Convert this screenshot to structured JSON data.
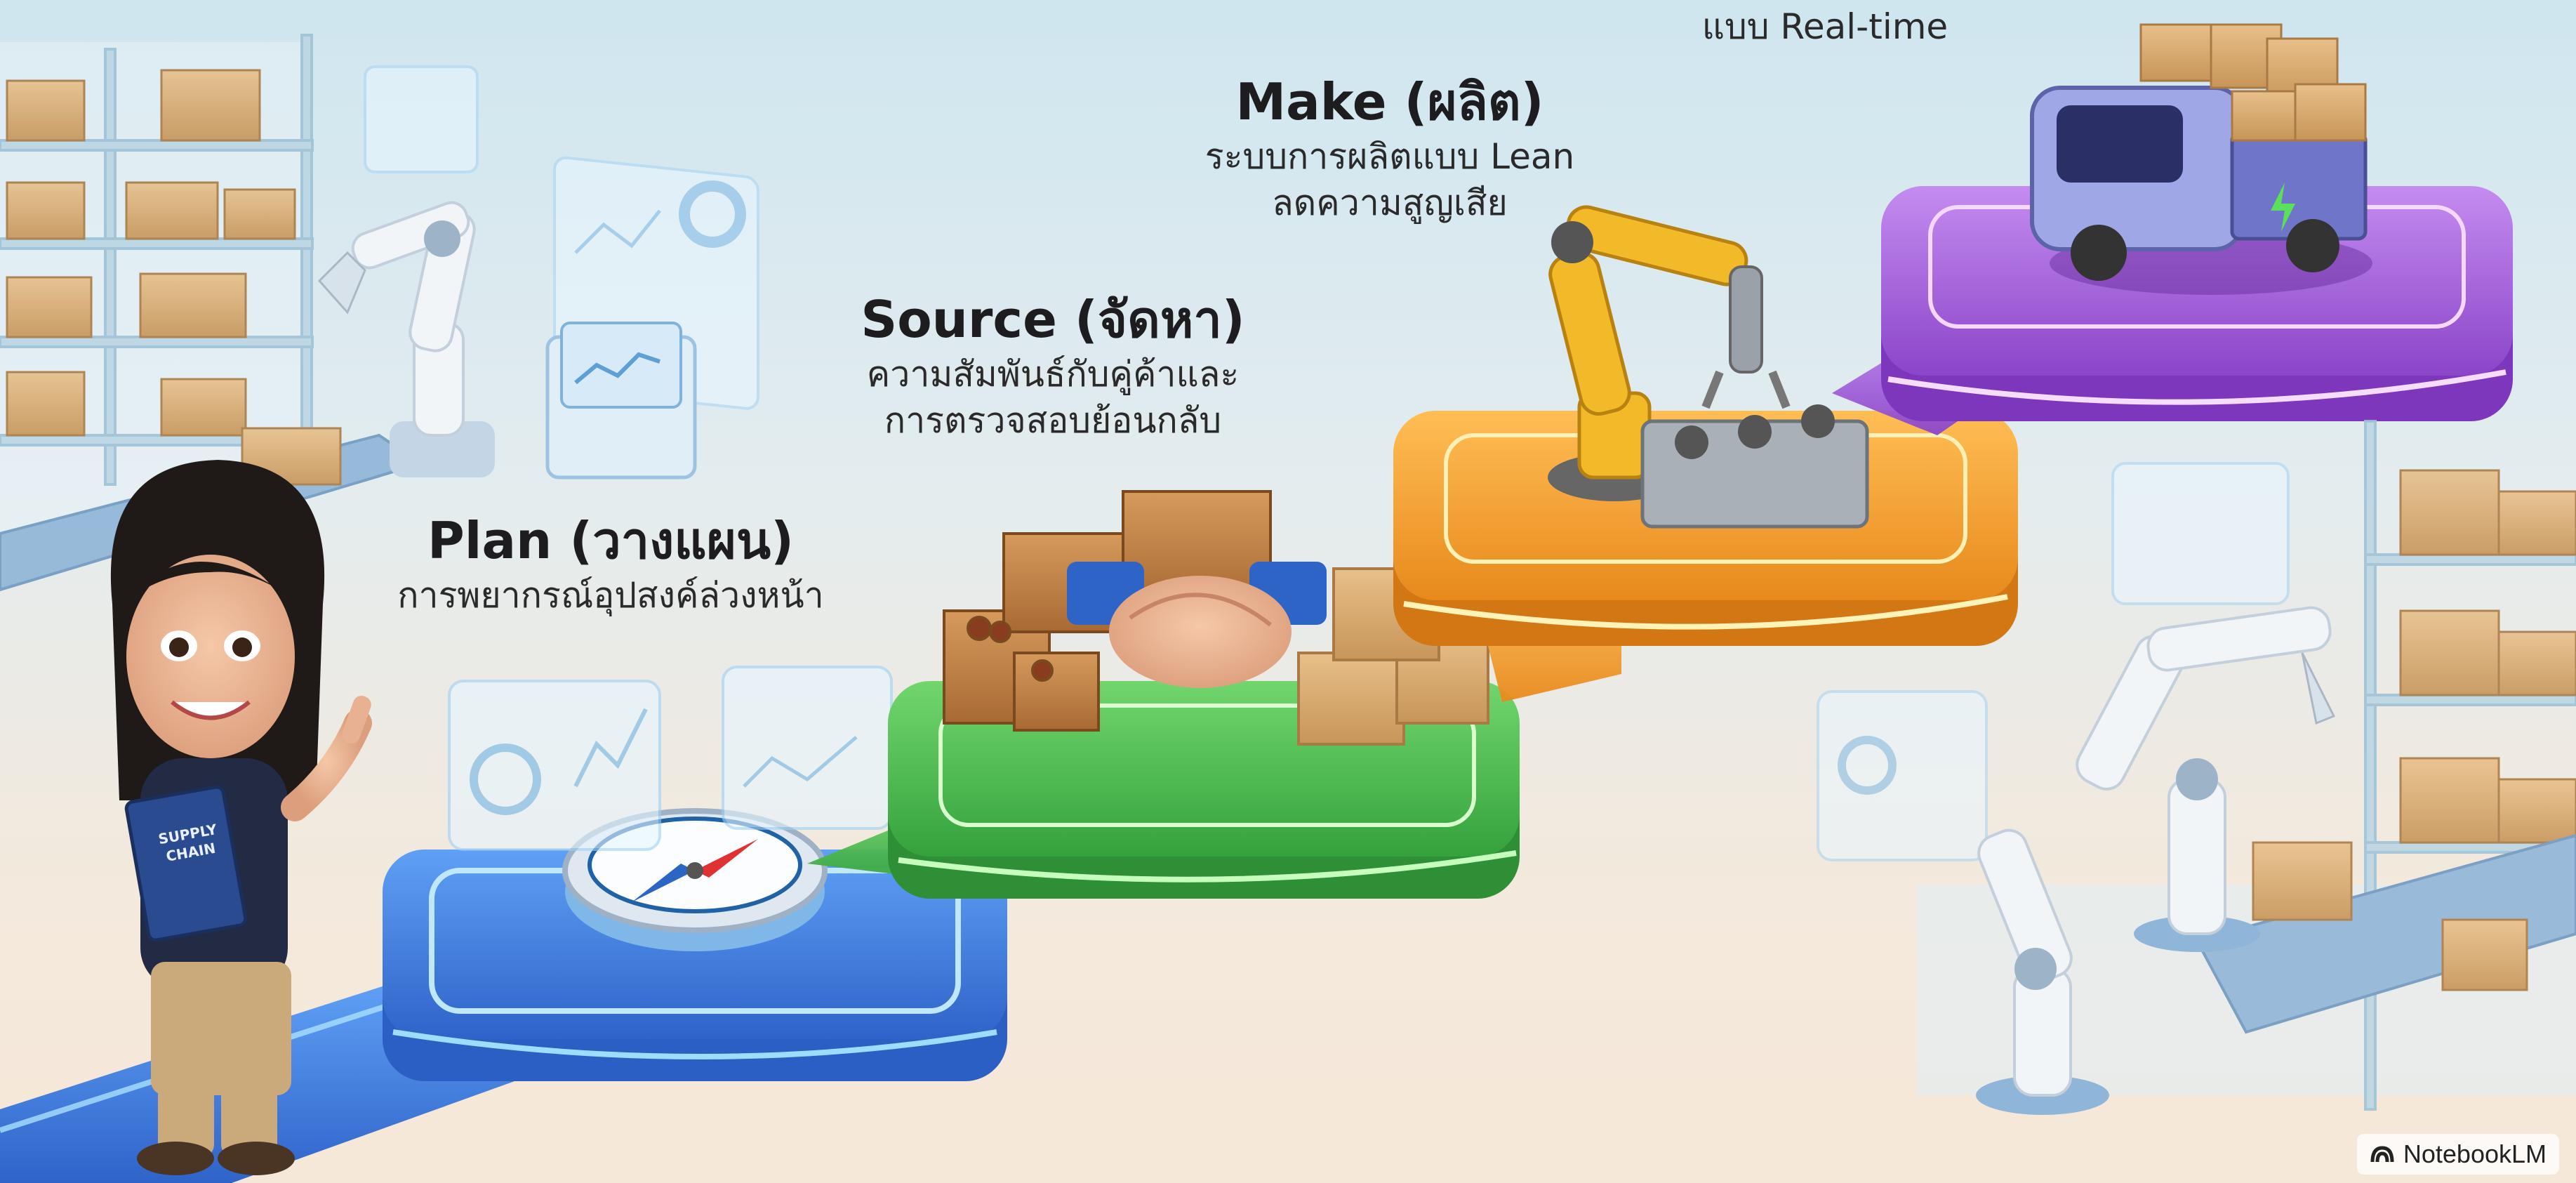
{
  "stages": {
    "plan": {
      "title": "Plan (วางแผน)",
      "desc": [
        "การพยากรณ์อุปสงค์ล่วงหน้า"
      ],
      "color": "#3d7ce0"
    },
    "source": {
      "title": "Source (จัดหา)",
      "desc": [
        "ความสัมพันธ์กับคู่ค้าและ",
        "การตรวจสอบย้อนกลับ"
      ],
      "color": "#4ec257"
    },
    "make": {
      "title": "Make (ผลิต)",
      "desc": [
        "ระบบการผลิตแบบ Lean",
        "ลดความสูญเสีย"
      ],
      "color": "#f0a030"
    },
    "deliver": {
      "desc_partial": "แบบ Real-time",
      "color": "#a45fd8"
    }
  },
  "presenter": {
    "book_label": "SUPPLY CHAIN"
  },
  "brand": {
    "name": "NotebookLM"
  },
  "icons": [
    "compass-icon",
    "handshake-icon",
    "robot-arm-icon",
    "delivery-truck-icon",
    "notebooklm-logo-icon"
  ]
}
